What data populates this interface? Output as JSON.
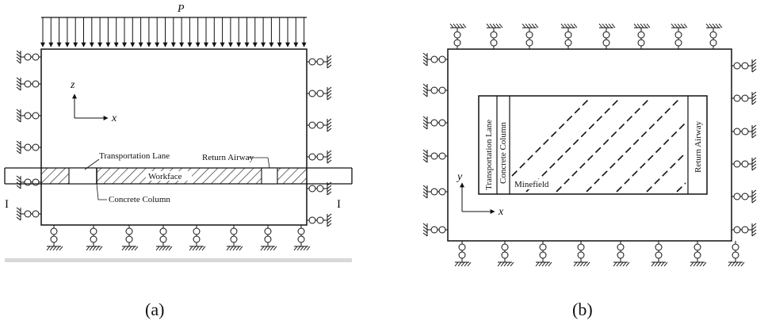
{
  "figure_a": {
    "load_label": "P",
    "axis_vertical": "z",
    "axis_horizontal": "x",
    "transportation_lane": "Transportation Lane",
    "return_airway": "Return Airway",
    "workface": "Workface",
    "concrete_column": "Concrete Column",
    "section_mark_left": "I",
    "section_mark_right": "I",
    "caption": "(a)"
  },
  "figure_b": {
    "axis_vertical": "y",
    "axis_horizontal": "x",
    "transportation_lane": "Transportation Lane",
    "concrete_column": "Concrete Column",
    "minefield": "Minefield",
    "return_airway": "Return Airway",
    "caption": "(b)"
  }
}
